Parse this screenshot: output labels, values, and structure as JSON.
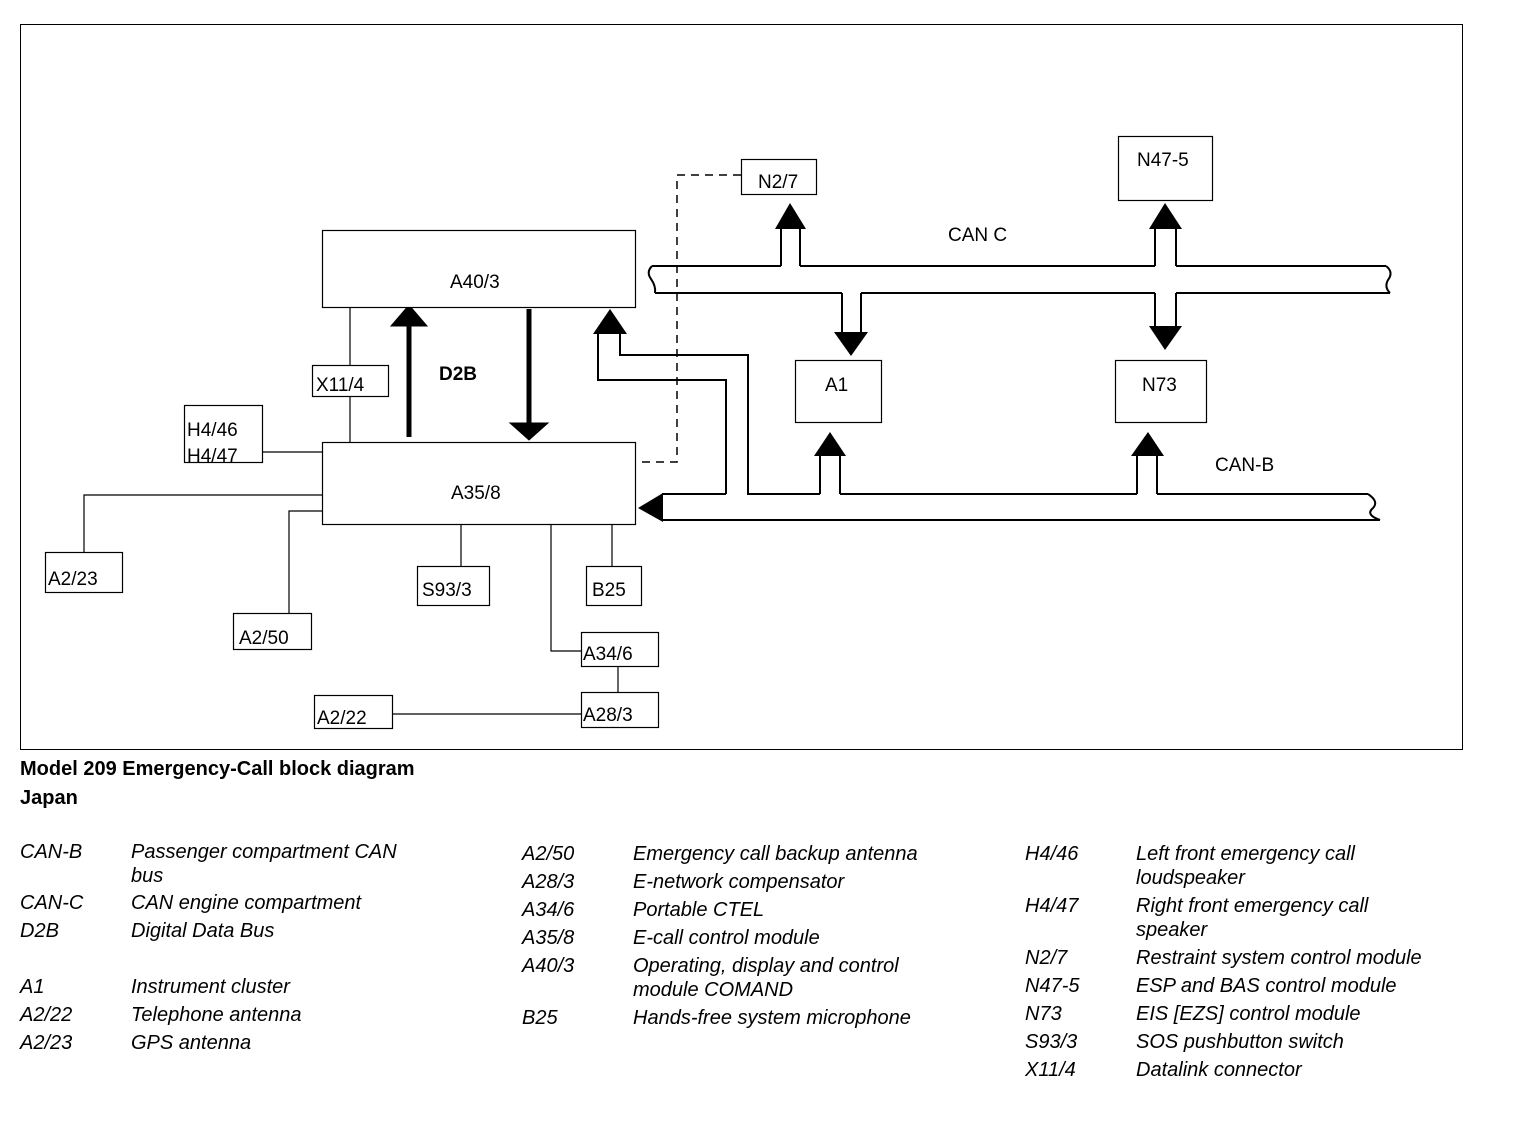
{
  "diagram": {
    "boxes": {
      "a40_3": "A40/3",
      "a35_8": "A35/8",
      "n2_7": "N2/7",
      "n47_5": "N47-5",
      "a1": "A1",
      "n73": "N73",
      "x11_4": "X11/4",
      "h4_46": "H4/46",
      "h4_47": "H4/47",
      "a2_23": "A2/23",
      "a2_50": "A2/50",
      "s93_3": "S93/3",
      "b25": "B25",
      "a34_6": "A34/6",
      "a28_3": "A28/3",
      "a2_22": "A2/22"
    },
    "bus_labels": {
      "can_c": "CAN C",
      "can_b": "CAN-B",
      "d2b": "D2B"
    }
  },
  "caption": {
    "line1": "Model 209 Emergency-Call block diagram",
    "line2": "Japan"
  },
  "legend": {
    "col1": [
      {
        "code": "CAN-B",
        "desc": "Passenger compartment CAN bus"
      },
      {
        "code": "CAN-C",
        "desc": "CAN engine compartment"
      },
      {
        "code": "D2B",
        "desc": "Digital Data Bus"
      },
      {
        "code": "A1",
        "desc": "Instrument cluster"
      },
      {
        "code": "A2/22",
        "desc": "Telephone antenna"
      },
      {
        "code": "A2/23",
        "desc": "GPS antenna"
      }
    ],
    "col2": [
      {
        "code": "A2/50",
        "desc": "Emergency call backup antenna"
      },
      {
        "code": "A28/3",
        "desc": "E-network compensator"
      },
      {
        "code": "A34/6",
        "desc": "Portable CTEL"
      },
      {
        "code": "A35/8",
        "desc": "E-call control module"
      },
      {
        "code": "A40/3",
        "desc": "Operating, display and control module COMAND"
      },
      {
        "code": "B25",
        "desc": "Hands-free system microphone"
      }
    ],
    "col3": [
      {
        "code": "H4/46",
        "desc": "Left front emergency call loudspeaker"
      },
      {
        "code": "H4/47",
        "desc": "Right front emergency call speaker"
      },
      {
        "code": "N2/7",
        "desc": "Restraint system control module"
      },
      {
        "code": "N47-5",
        "desc": "ESP and BAS control module"
      },
      {
        "code": "N73",
        "desc": "EIS [EZS] control module"
      },
      {
        "code": "S93/3",
        "desc": "SOS pushbutton switch"
      },
      {
        "code": "X11/4",
        "desc": "Datalink connector"
      }
    ]
  }
}
